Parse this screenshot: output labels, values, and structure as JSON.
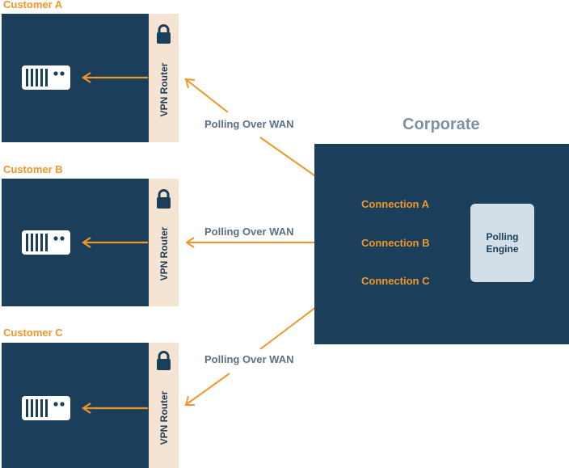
{
  "customers": [
    {
      "label": "Customer A",
      "router": "VPN Router"
    },
    {
      "label": "Customer B",
      "router": "VPN Router"
    },
    {
      "label": "Customer C",
      "router": "VPN Router"
    }
  ],
  "wan_labels": [
    "Polling Over WAN",
    "Polling Over WAN",
    "Polling Over WAN"
  ],
  "corporate": {
    "title": "Corporate",
    "connections": [
      "Connection A",
      "Connection B",
      "Connection C"
    ],
    "engine_line1": "Polling",
    "engine_line2": "Engine"
  },
  "colors": {
    "navy": "#1b3f5a",
    "orange": "#f0962a",
    "router_bg": "#f6e4d3",
    "engine_bg": "#d3dfe8"
  },
  "icons": [
    "lock-icon",
    "server-icon",
    "arrow-left-icon"
  ]
}
